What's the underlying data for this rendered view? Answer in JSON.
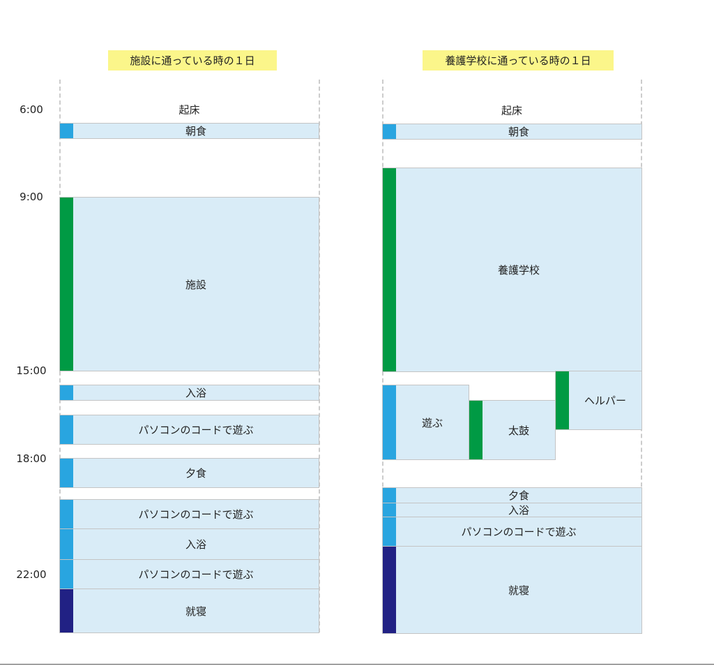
{
  "colors": {
    "meal": "#29a5e0",
    "outside": "#009a44",
    "sleep": "#212184",
    "block": "#d9ecf7",
    "title_bg": "#fbf68a"
  },
  "left": {
    "title": "施設に通っている時の１日",
    "wake": "起床",
    "blocks": [
      {
        "label": "朝食",
        "type": "meal"
      },
      {
        "label": "施設",
        "type": "outside"
      },
      {
        "label": "入浴",
        "type": "meal"
      },
      {
        "label": "パソコンのコードで遊ぶ",
        "type": "meal"
      },
      {
        "label": "夕食",
        "type": "meal"
      },
      {
        "label": "パソコンのコードで遊ぶ",
        "type": "meal"
      },
      {
        "label": "入浴",
        "type": "meal"
      },
      {
        "label": "パソコンのコードで遊ぶ",
        "type": "meal"
      },
      {
        "label": "就寝",
        "type": "sleep"
      }
    ]
  },
  "right": {
    "title": "養護学校に通っている時の１日",
    "wake": "起床",
    "blocks": [
      {
        "label": "朝食",
        "type": "meal"
      },
      {
        "label": "養護学校",
        "type": "outside"
      },
      {
        "label": "遊ぶ",
        "type": "meal"
      },
      {
        "label": "太鼓",
        "type": "outside"
      },
      {
        "label": "ヘルパー",
        "type": "outside"
      },
      {
        "label": "夕食",
        "type": "meal"
      },
      {
        "label": "入浴",
        "type": "meal"
      },
      {
        "label": "パソコンのコードで遊ぶ",
        "type": "meal"
      },
      {
        "label": "就寝",
        "type": "sleep"
      }
    ]
  },
  "times": [
    "6:00",
    "9:00",
    "15:00",
    "18:00",
    "22:00"
  ]
}
